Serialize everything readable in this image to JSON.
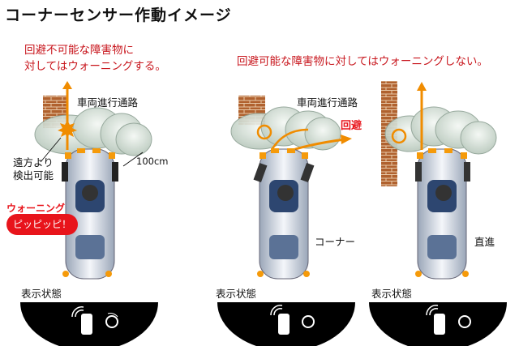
{
  "title": "コーナーセンサー作動イメージ",
  "left": {
    "caption_line1": "回避不可能な障害物に",
    "caption_line2": "対してはウォーニングする。",
    "path_label": "車両進行通路",
    "far_label_line1": "遠方より",
    "far_label_line2": "検出可能",
    "distance": "100cm",
    "warning_label": "ウォーニング",
    "beep": "ピッピッピ！",
    "display_label": "表示状態"
  },
  "right": {
    "caption": "回避可能な障害物に対してはウォーニングしない。",
    "path_label": "車両進行通路",
    "avoid_label": "回避",
    "corner_label": "コーナー",
    "straight_label": "直進",
    "display_label_mid": "表示状態",
    "display_label_right": "表示状態"
  },
  "colors": {
    "accent_red": "#c8161d",
    "orange": "#f08c00",
    "brick": "#b0612e"
  }
}
